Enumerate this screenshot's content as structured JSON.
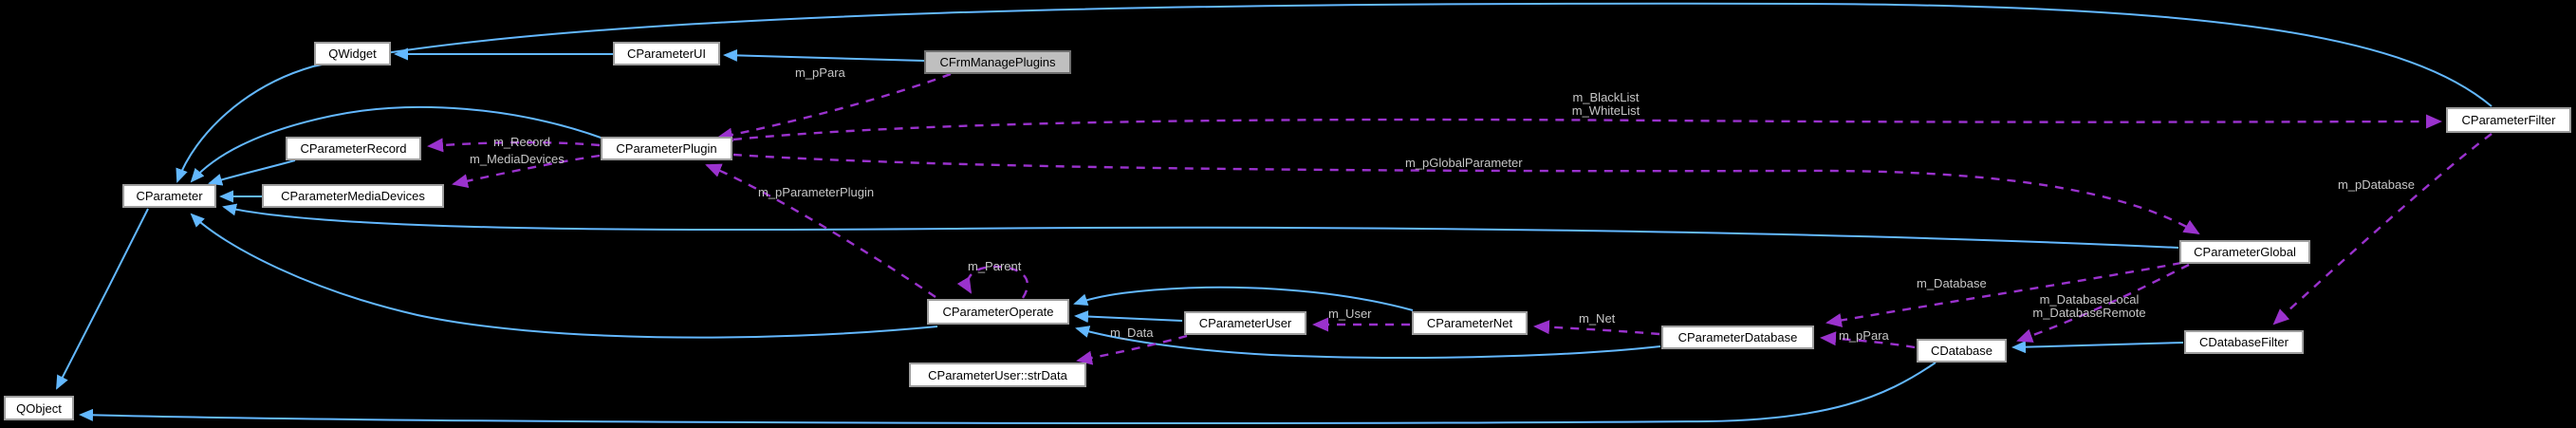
{
  "diagram": {
    "kind": "class-collaboration-graph",
    "colors": {
      "background": "#000000",
      "inheritance_edge": "#63b8ff",
      "usage_edge": "#9a32cd",
      "node_fill": "#ffffff",
      "node_border": "#9e9e9e",
      "current_node_fill": "#bfbfbf",
      "edge_label_text": "#c6c6c6"
    },
    "nodes": {
      "qwidget": {
        "label": "QWidget"
      },
      "cparameterui": {
        "label": "CParameterUI"
      },
      "cfrmmanageplugins": {
        "label": "CFrmManagePlugins"
      },
      "cparameterrecord": {
        "label": "CParameterRecord"
      },
      "cparameterplugin": {
        "label": "CParameterPlugin"
      },
      "cparameter": {
        "label": "CParameter"
      },
      "cparametermediadevices": {
        "label": "CParameterMediaDevices"
      },
      "cparameteroperate": {
        "label": "CParameterOperate"
      },
      "cparameteruser": {
        "label": "CParameterUser"
      },
      "cparameteruserstrdata": {
        "label": "CParameterUser::strData"
      },
      "cparameternet": {
        "label": "CParameterNet"
      },
      "cparameterdatabase": {
        "label": "CParameterDatabase"
      },
      "cdatabase": {
        "label": "CDatabase"
      },
      "cdatabasefilter": {
        "label": "CDatabaseFilter"
      },
      "cparameterglobal": {
        "label": "CParameterGlobal"
      },
      "cparameterfilter": {
        "label": "CParameterFilter"
      },
      "qobject": {
        "label": "QObject"
      }
    },
    "edge_labels": {
      "m_ppara_plugin": "m_pPara",
      "m_blacklist": "m_BlackList",
      "m_whitelist": "m_WhiteList",
      "m_record": "m_Record",
      "m_mediadevices": "m_MediaDevices",
      "m_pglobalparameter": "m_pGlobalParameter",
      "m_pparameterplugin": "m_pParameterPlugin",
      "m_parent": "m_Parent",
      "m_user": "m_User",
      "m_net": "m_Net",
      "m_data": "m_Data",
      "m_ppara_database": "m_pPara",
      "m_database": "m_Database",
      "m_databaselocal": "m_DatabaseLocal",
      "m_databaseremote": "m_DatabaseRemote",
      "m_pdatabase": "m_pDatabase"
    },
    "relations": [
      {
        "type": "inheritance",
        "from": "CParameterUI",
        "to": "QWidget"
      },
      {
        "type": "inheritance",
        "from": "CFrmManagePlugins",
        "to": "CParameterUI"
      },
      {
        "type": "inheritance",
        "from": "CParameterRecord",
        "to": "CParameter"
      },
      {
        "type": "inheritance",
        "from": "CParameterMediaDevices",
        "to": "CParameter"
      },
      {
        "type": "inheritance",
        "from": "CParameterPlugin",
        "to": "CParameter"
      },
      {
        "type": "inheritance",
        "from": "CParameterFilter",
        "to": "CParameter"
      },
      {
        "type": "inheritance",
        "from": "CParameterOperate",
        "to": "CParameter"
      },
      {
        "type": "inheritance",
        "from": "CParameterGlobal",
        "to": "CParameter"
      },
      {
        "type": "inheritance",
        "from": "CParameterUser",
        "to": "CParameterOperate"
      },
      {
        "type": "inheritance",
        "from": "CParameterNet",
        "to": "CParameterOperate"
      },
      {
        "type": "inheritance",
        "from": "CParameterDatabase",
        "to": "CParameterOperate"
      },
      {
        "type": "inheritance",
        "from": "CDatabaseFilter",
        "to": "CDatabase"
      },
      {
        "type": "inheritance",
        "from": "CParameter",
        "to": "QObject"
      },
      {
        "type": "inheritance",
        "from": "CDatabase",
        "to": "QObject"
      },
      {
        "type": "usage",
        "from": "CFrmManagePlugins",
        "to": "CParameterPlugin",
        "label": "m_pPara"
      },
      {
        "type": "usage",
        "from": "CParameterPlugin",
        "to": "CParameterRecord",
        "label": "m_Record"
      },
      {
        "type": "usage",
        "from": "CParameterPlugin",
        "to": "CParameterMediaDevices",
        "label": "m_MediaDevices"
      },
      {
        "type": "usage",
        "from": "CParameterPlugin",
        "to": "CParameterFilter",
        "label": "m_BlackList m_WhiteList"
      },
      {
        "type": "usage",
        "from": "CParameterPlugin",
        "to": "CParameterGlobal",
        "label": "m_pGlobalParameter"
      },
      {
        "type": "usage",
        "from": "CParameterOperate",
        "to": "CParameterPlugin",
        "label": "m_pParameterPlugin"
      },
      {
        "type": "usage",
        "from": "CParameterOperate",
        "to": "CParameterOperate",
        "label": "m_Parent"
      },
      {
        "type": "usage",
        "from": "CParameterNet",
        "to": "CParameterUser",
        "label": "m_User"
      },
      {
        "type": "usage",
        "from": "CParameterUser",
        "to": "CParameterUser::strData",
        "label": "m_Data"
      },
      {
        "type": "usage",
        "from": "CParameterDatabase",
        "to": "CParameterNet",
        "label": "m_Net"
      },
      {
        "type": "usage",
        "from": "CDatabase",
        "to": "CParameterDatabase",
        "label": "m_pPara"
      },
      {
        "type": "usage",
        "from": "CParameterGlobal",
        "to": "CParameterDatabase",
        "label": "m_Database"
      },
      {
        "type": "usage",
        "from": "CParameterGlobal",
        "to": "CDatabase",
        "label": "m_DatabaseLocal m_DatabaseRemote"
      },
      {
        "type": "usage",
        "from": "CParameterFilter",
        "to": "CDatabaseFilter",
        "label": "m_pDatabase"
      }
    ]
  }
}
